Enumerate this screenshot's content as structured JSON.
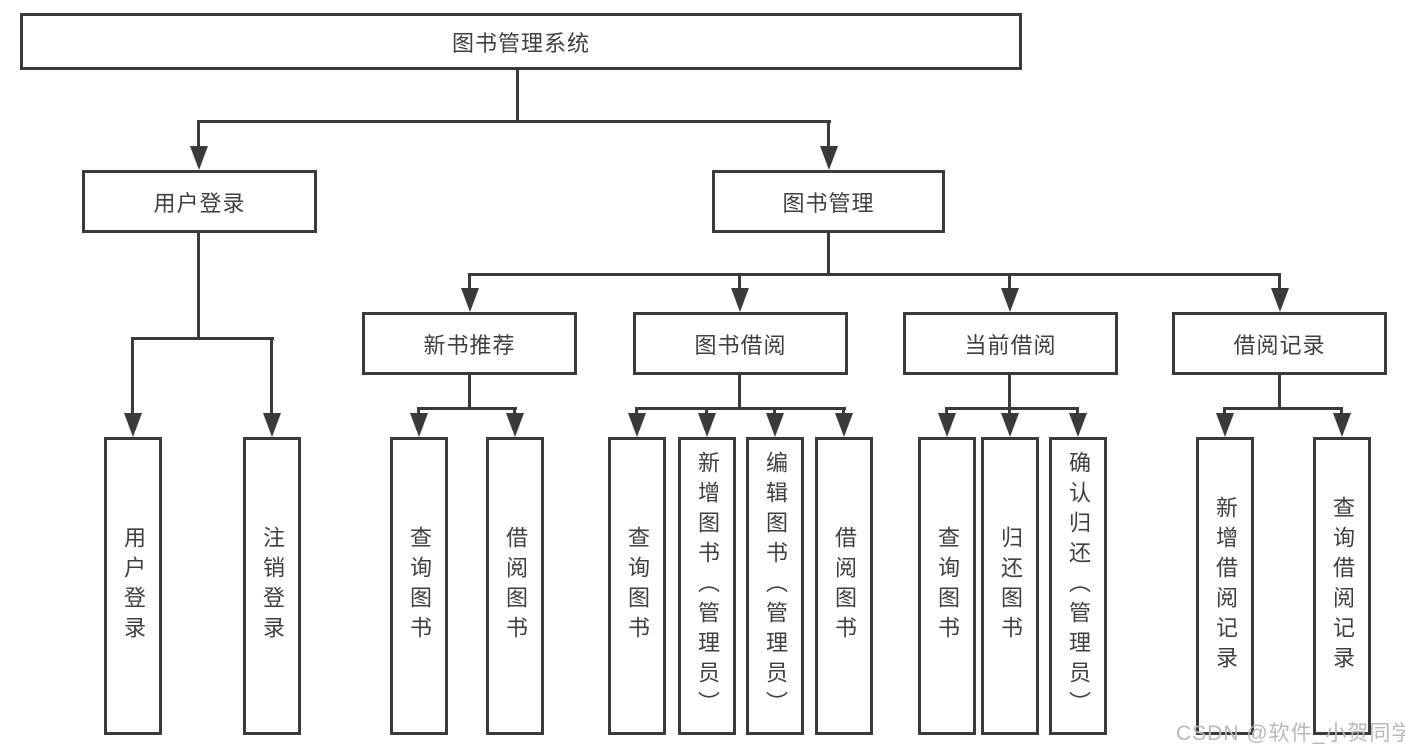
{
  "colors": {
    "line": "#3a3a3a",
    "text": "#3f3f3f",
    "watermark": "#b8b8b8",
    "background": "#ffffff"
  },
  "diagram": {
    "root": {
      "label": "图书管理系统"
    },
    "level2": {
      "user_login": {
        "label": "用户登录"
      },
      "book_management": {
        "label": "图书管理"
      }
    },
    "level3": {
      "new_books": {
        "label": "新书推荐"
      },
      "book_borrow": {
        "label": "图书借阅"
      },
      "current_borrow": {
        "label": "当前借阅"
      },
      "borrow_records": {
        "label": "借阅记录"
      }
    },
    "leaves": {
      "user_login_login": "用户登录",
      "user_login_logout": "注销登录",
      "new_books_query": "查询图书",
      "new_books_borrow": "借阅图书",
      "book_borrow_query": "查询图书",
      "book_borrow_add": "新增图书（管理员）",
      "book_borrow_edit": "编辑图书（管理员）",
      "book_borrow_lend": "借阅图书",
      "current_query": "查询图书",
      "current_return": "归还图书",
      "current_confirm": "确认归还（管理员）",
      "records_add": "新增借阅记录",
      "records_query": "查询借阅记录"
    },
    "watermark": "CSDN @软件_小贺同学"
  }
}
